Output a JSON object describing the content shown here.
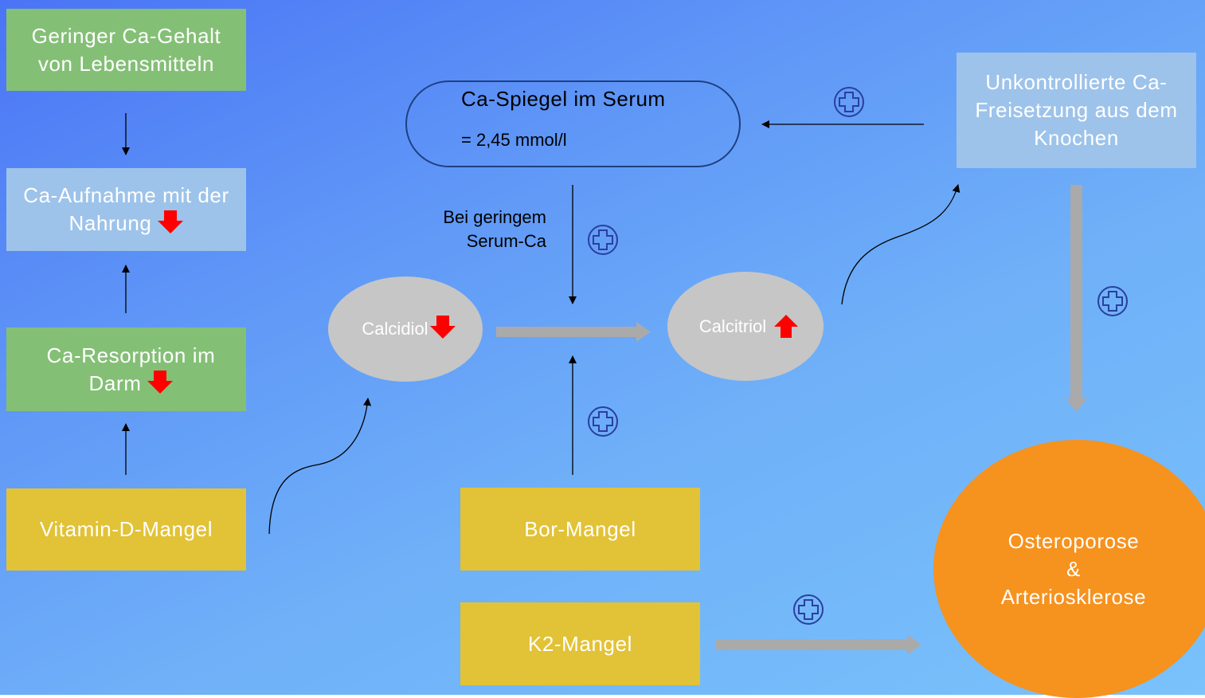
{
  "boxes": {
    "low_ca_food": "Geringer Ca-Gehalt von Lebensmitteln",
    "ca_intake": "Ca-Aufnahme mit der Nahrung",
    "ca_resorption": "Ca-Resorption im Darm",
    "vitamin_d": "Vitamin-D-Mangel",
    "bor": "Bor-Mangel",
    "k2": "K2-Mangel",
    "ca_release": "Unkontrollierte Ca-Freisetzung aus dem Knochen"
  },
  "serum": {
    "title": "Ca-Spiegel im Serum",
    "value": "= 2,45 mmol/l"
  },
  "calcidiol": "Calcidiol",
  "calcitriol": "Calcitriol",
  "low_serum_label": {
    "line1": "Bei geringem",
    "line2": "Serum-Ca"
  },
  "outcome": {
    "line1": "Osteroporose",
    "line2": "&",
    "line3": "Arteriosklerose"
  },
  "colors": {
    "green": "#84bf76",
    "light_blue": "#9dc3ea",
    "yellow": "#e2c236",
    "orange": "#f6921e",
    "gray_ellipse": "#c6c6c6",
    "red_arrow": "#ff0000",
    "plus_icon": "#2a3f9e"
  },
  "icons": {
    "decrease": "red-down-arrow-icon",
    "increase": "red-up-arrow-icon",
    "promotes": "plus-circle-icon"
  }
}
